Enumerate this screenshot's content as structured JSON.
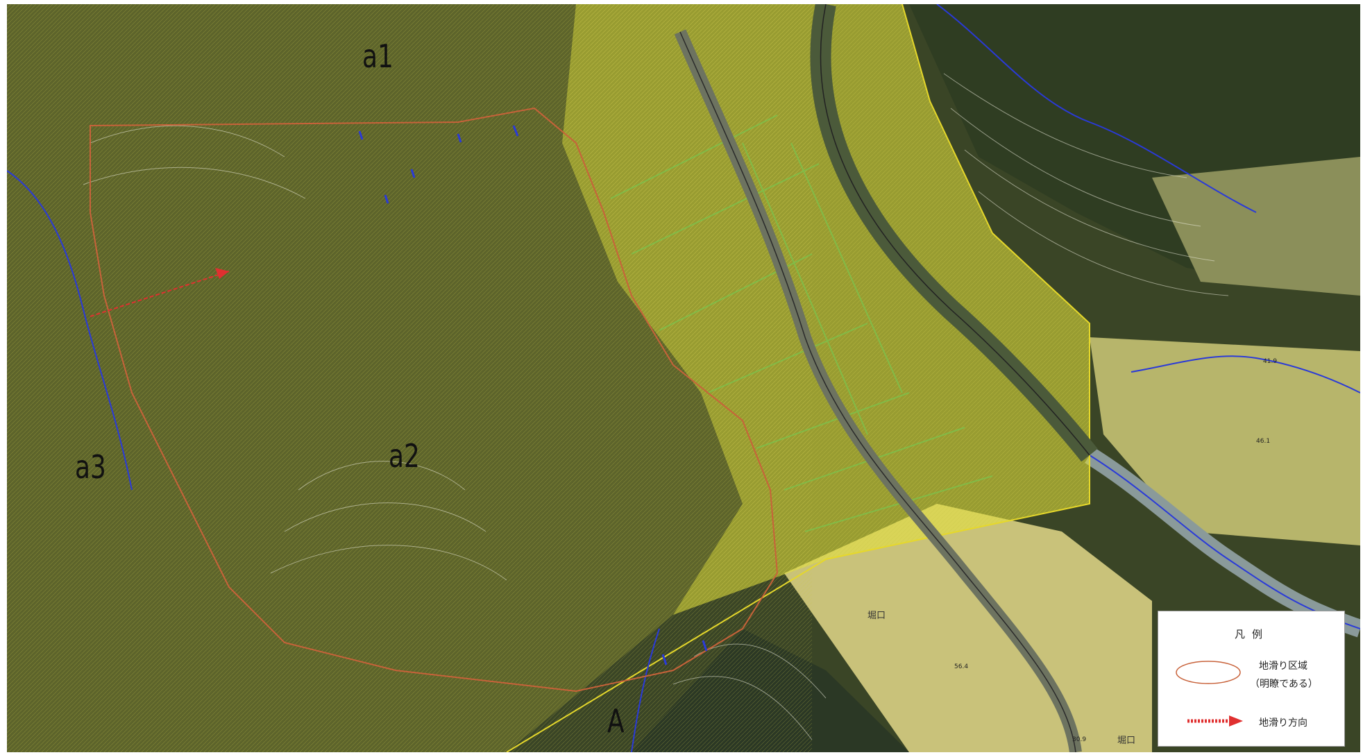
{
  "map": {
    "labels": {
      "a1": "a1",
      "a2": "a2",
      "a3": "a3",
      "A": "A"
    },
    "place_names": {
      "p1": "堀口",
      "p2": "堀口"
    },
    "spot_heights": [
      "56.4",
      "30.9",
      "41.9",
      "46.1"
    ]
  },
  "legend": {
    "title": "凡例",
    "landslide_area_label": "地滑り区域",
    "landslide_area_note": "（明瞭である）",
    "landslide_direction_label": "地滑り方向"
  },
  "colors": {
    "landslide_outline": "#c8623a",
    "highlight_fill": "#e6e33a",
    "direction_arrow": "#e03030",
    "water": "#2a3ad8",
    "forest": "#3a4a26",
    "fields": "#b9b86a"
  }
}
